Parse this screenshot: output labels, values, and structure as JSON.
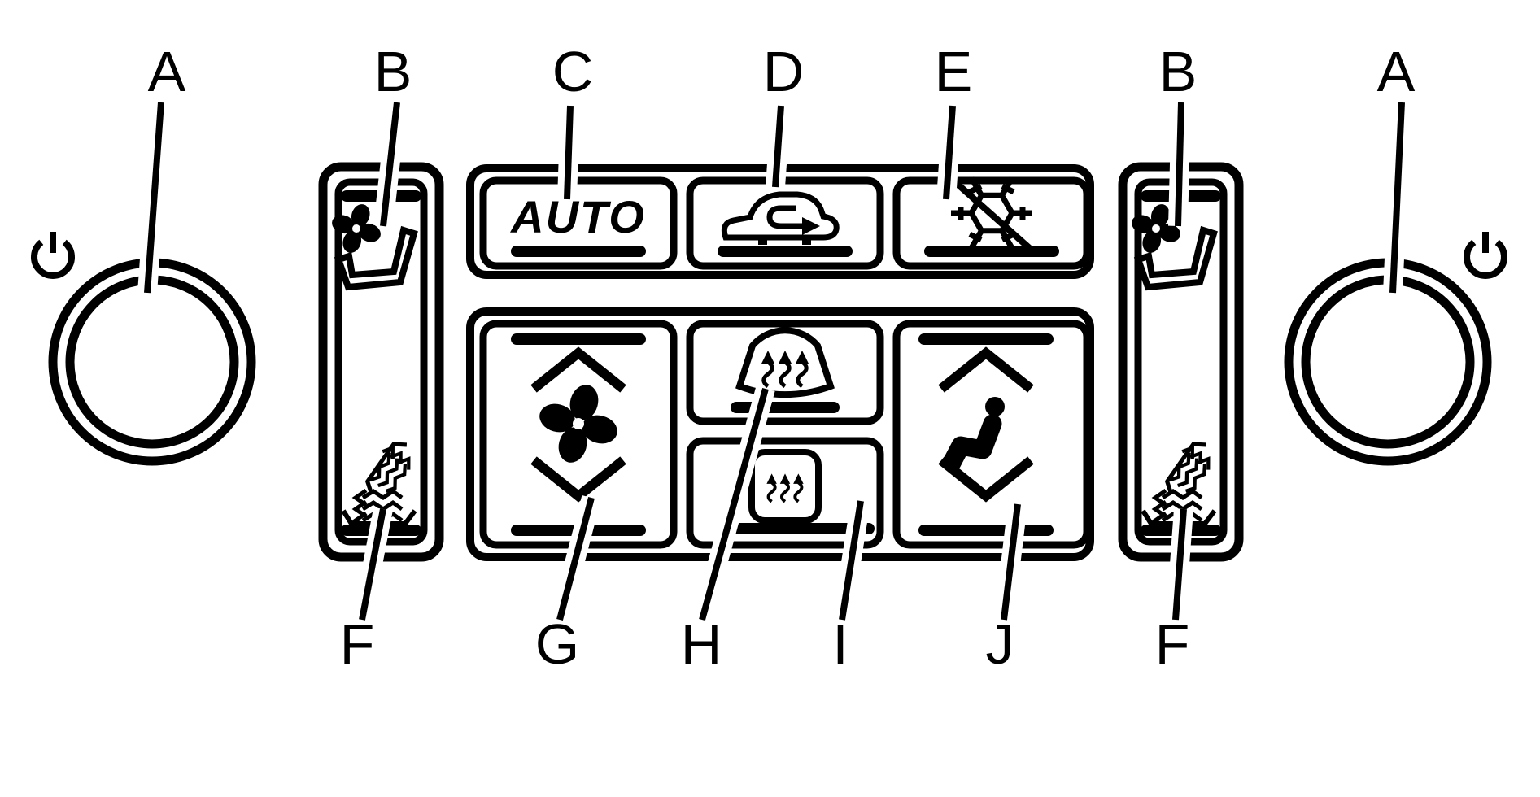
{
  "figure": {
    "type": "automatic-climate-control-callout-diagram",
    "colors": {
      "ink": "#000000",
      "background": "#ffffff"
    },
    "labels": {
      "knob_left": "A",
      "seat_panel_left": "B",
      "auto_button": "C",
      "recirculation_button": "D",
      "ac_button": "E",
      "heated_seat_left": "F",
      "fan_control": "G",
      "front_defog": "H",
      "rear_defog": "I",
      "mode_control": "J",
      "seat_panel_right": "B",
      "knob_right": "A",
      "heated_seat_right": "F"
    },
    "button_text": {
      "auto": "AUTO"
    },
    "icons": {
      "power": "power-standby-symbol",
      "ventilated_seat": "fan-with-seat",
      "heated_seat": "seat-with-heat-arrows",
      "recirculation": "car-with-interior-arrow",
      "ac": "snowflake-with-slash",
      "fan": "four-blade-fan",
      "up": "chevron-up",
      "down": "chevron-down",
      "front_defog": "windshield-with-heat-arrows",
      "rear_defog": "rear-window-with-heat-arrows",
      "mode": "seated-person"
    }
  }
}
